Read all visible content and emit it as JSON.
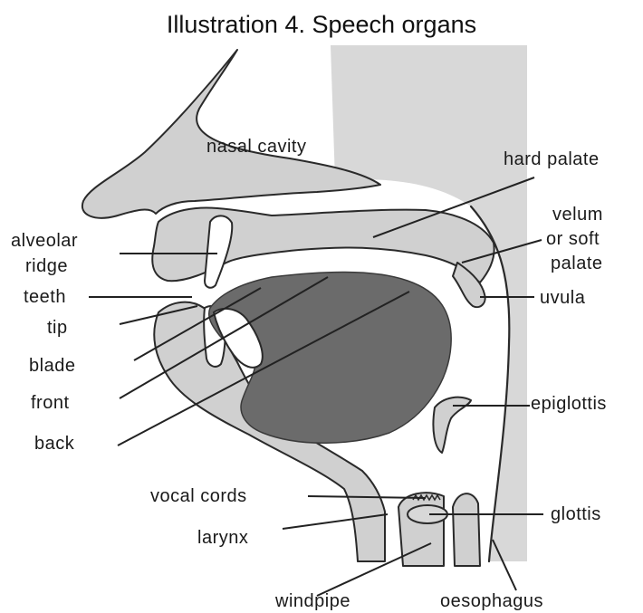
{
  "title": "Illustration 4. Speech organs",
  "labels": {
    "nasal_cavity": "nasal cavity",
    "hard_palate": "hard palate",
    "velum_1": "velum",
    "velum_2": "or soft",
    "velum_3": "palate",
    "alveolar_1": "alveolar",
    "alveolar_2": "ridge",
    "teeth": "teeth",
    "tip": "tip",
    "uvula": "uvula",
    "blade": "blade",
    "front": "front",
    "back": "back",
    "epiglottis": "epiglottis",
    "vocal_cords": "vocal cords",
    "glottis": "glottis",
    "larynx": "larynx",
    "windpipe": "windpipe",
    "oesophagus": "oesophagus"
  },
  "colors": {
    "tissue": "#d0d0d0",
    "tongue": "#6b6b6b",
    "outline": "#2a2a2a"
  }
}
